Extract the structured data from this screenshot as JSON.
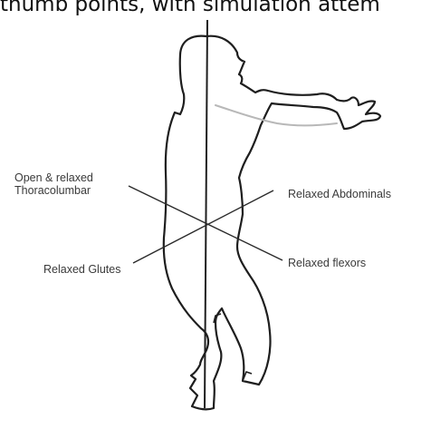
{
  "caption": "thumb points, with simulation attem",
  "labels": {
    "thoracolumbar_line1": "Open & relaxed",
    "thoracolumbar_line2": "Thoracolumbar",
    "abdominals": "Relaxed Abdominals",
    "glutes": "Relaxed Glutes",
    "flexors": "Relaxed flexors"
  },
  "colors": {
    "outline": "#1e1e1e",
    "arm_sleeve": "#b8b8b8",
    "background": "#ffffff"
  }
}
